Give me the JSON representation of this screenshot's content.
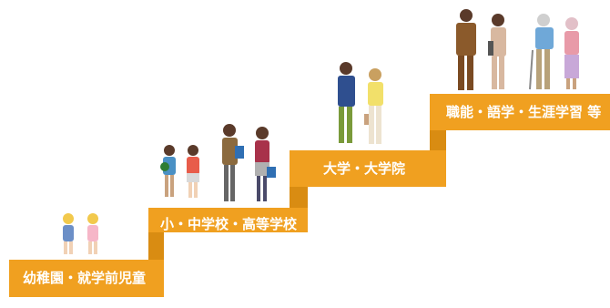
{
  "colors": {
    "step": "#F0A020",
    "step_shadow": "#D98C12",
    "text": "#FFFFFF"
  },
  "steps": [
    {
      "label": "幼稚園・就学前児童"
    },
    {
      "label": "小・中学校・高等学校"
    },
    {
      "label": "大学・大学院"
    },
    {
      "label": "職能・語学・生涯学習 等"
    }
  ],
  "figures": [
    {
      "name": "kindergarten-children-figure"
    },
    {
      "name": "elementary-students-figure"
    },
    {
      "name": "high-school-students-figure"
    },
    {
      "name": "university-students-figure"
    },
    {
      "name": "adult-learners-figure"
    },
    {
      "name": "senior-learners-figure"
    }
  ]
}
